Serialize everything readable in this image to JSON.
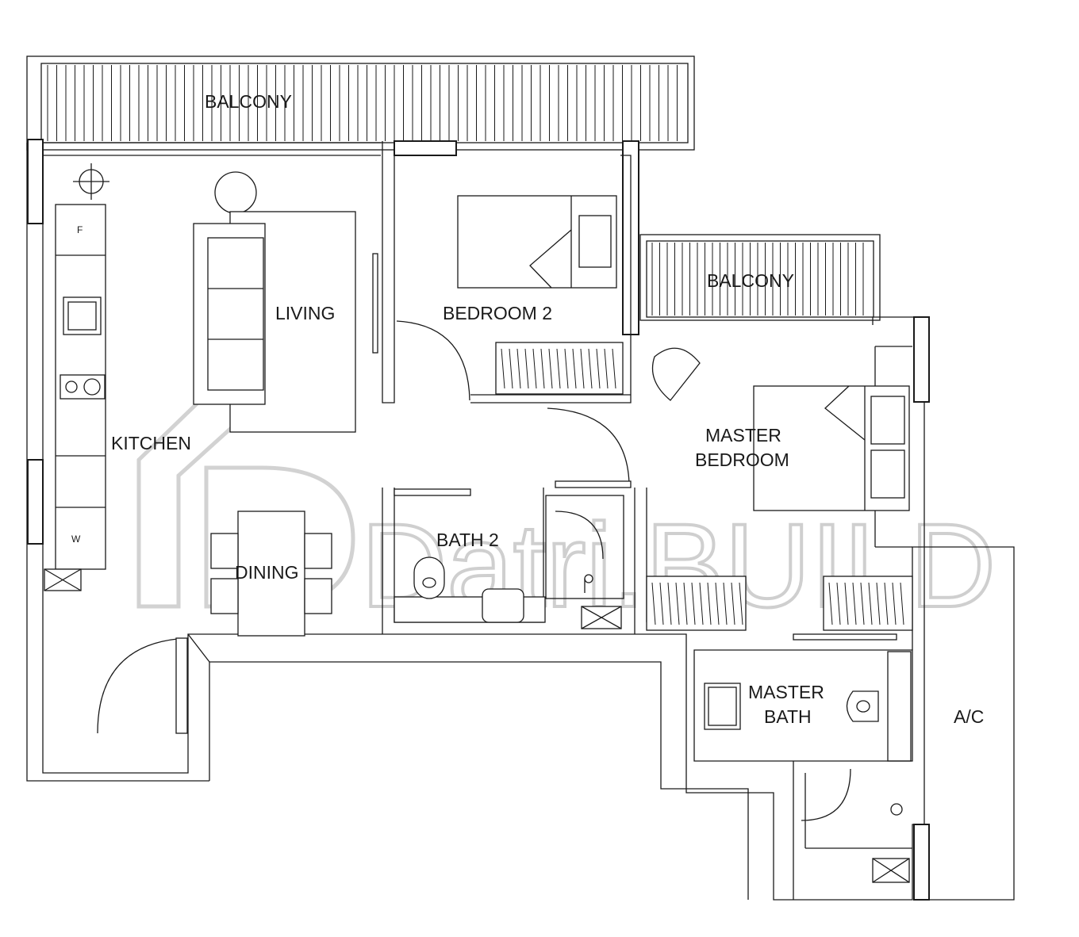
{
  "plan": {
    "rooms": {
      "balcony_top": "BALCONY",
      "living": "LIVING",
      "bedroom2": "BEDROOM 2",
      "balcony_right": "BALCONY",
      "kitchen": "KITCHEN",
      "master_bedroom_line1": "MASTER",
      "master_bedroom_line2": "BEDROOM",
      "bath2": "BATH 2",
      "dining": "DINING",
      "master_bath_line1": "MASTER",
      "master_bath_line2": "BATH",
      "ac": "A/C"
    },
    "appliances": {
      "fridge": "F",
      "washer": "W"
    },
    "watermark": "Datri.BUILD"
  }
}
